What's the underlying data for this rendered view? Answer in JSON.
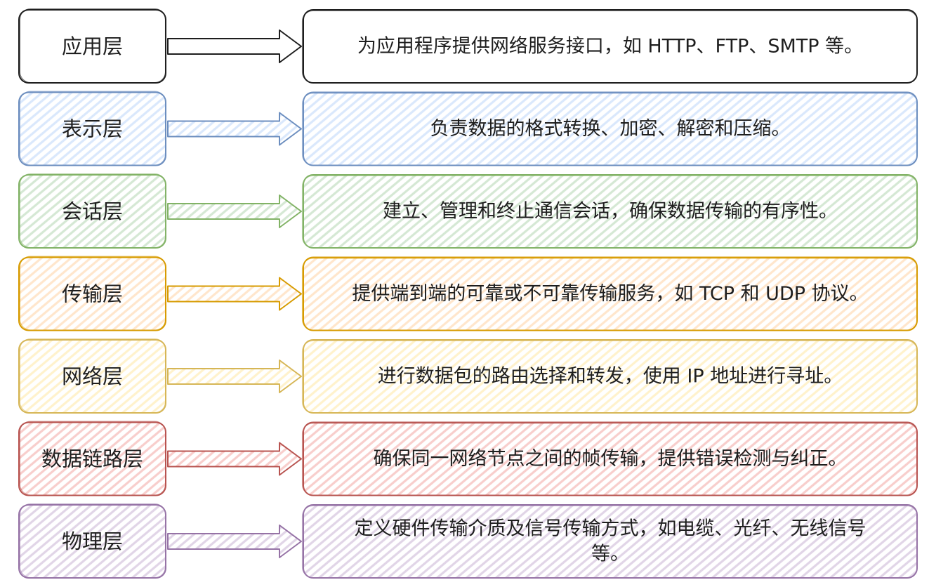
{
  "layers": [
    {
      "label": "应用层",
      "description": [
        "为应用程序提供网络服务接口，如 HTTP、FTP、SMTP 等。"
      ],
      "stroke": "#1e1e1e",
      "fill": "#ffffff"
    },
    {
      "label": "表示层",
      "description": [
        "负责数据的格式转换、加密、解密和压缩。"
      ],
      "stroke": "#6c8ebf",
      "fill": "#dae8fc"
    },
    {
      "label": "会话层",
      "description": [
        "建立、管理和终止通信会话，确保数据传输的有序性。"
      ],
      "stroke": "#82b366",
      "fill": "#d5e8d4"
    },
    {
      "label": "传输层",
      "description": [
        "提供端到端的可靠或不可靠传输服务，如 TCP 和 UDP 协议。"
      ],
      "stroke": "#d79b00",
      "fill": "#ffe6cc"
    },
    {
      "label": "网络层",
      "description": [
        "进行数据包的路由选择和转发，使用 IP 地址进行寻址。"
      ],
      "stroke": "#d6b656",
      "fill": "#fff2cc"
    },
    {
      "label": "数据链路层",
      "description": [
        "确保同一网络节点之间的帧传输，提供错误检测与纠正。"
      ],
      "stroke": "#b85450",
      "fill": "#f8cecc"
    },
    {
      "label": "物理层",
      "description": [
        "定义硬件传输介质及信号传输方式，如电缆、光纤、无线信号",
        "等。"
      ],
      "stroke": "#9673a6",
      "fill": "#e1d5e7"
    }
  ]
}
